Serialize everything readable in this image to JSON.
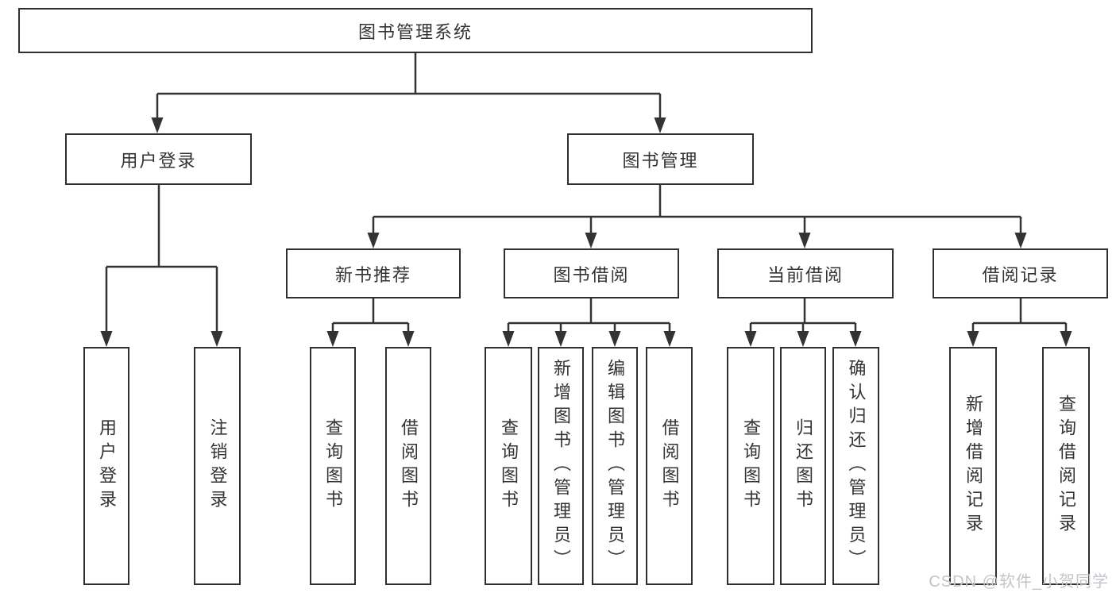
{
  "tree": {
    "root": "图书管理系统",
    "branches": [
      {
        "label": "用户登录",
        "children": [
          "用户登录",
          "注销登录"
        ]
      },
      {
        "label": "图书管理",
        "groups": [
          {
            "label": "新书推荐",
            "children": [
              "查询图书",
              "借阅图书"
            ]
          },
          {
            "label": "图书借阅",
            "children": [
              "查询图书",
              "新增图书（管理员）",
              "编辑图书（管理员）",
              "借阅图书"
            ]
          },
          {
            "label": "当前借阅",
            "children": [
              "查询图书",
              "归还图书",
              "确认归还（管理员）"
            ]
          },
          {
            "label": "借阅记录",
            "children": [
              "新增借阅记录",
              "查询借阅记录"
            ]
          }
        ]
      }
    ]
  },
  "watermark": {
    "text": "CSDN @软件_小贺同学"
  },
  "colors": {
    "line": "#333333",
    "box_border": "#2f2f2f",
    "box_bg": "#ffffff",
    "text": "#333333",
    "watermark": "#c2c5c9"
  }
}
